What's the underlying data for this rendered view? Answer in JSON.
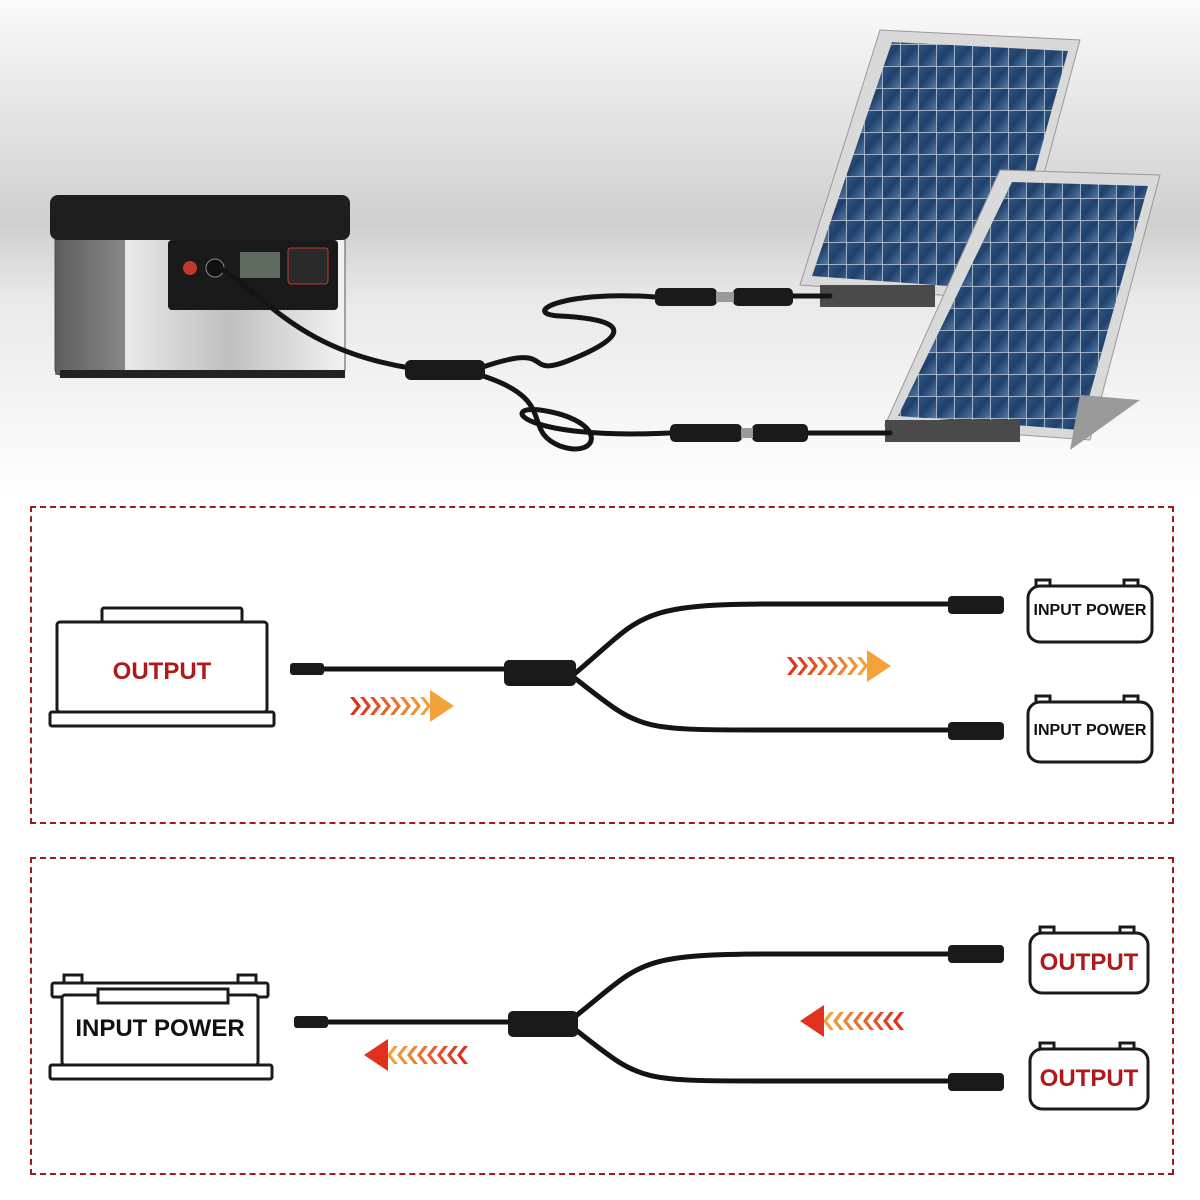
{
  "colors": {
    "frame": "#9a1c1c",
    "output_text": "#b01919",
    "input_text": "#111111",
    "cable": "#141414",
    "arrow_red": "#e0301e",
    "arrow_orange": "#f3a23a"
  },
  "panel_top": {
    "source_label": "OUTPUT",
    "target_labels": [
      "INPUT POWER",
      "INPUT POWER"
    ],
    "flow": "left-to-right"
  },
  "panel_bottom": {
    "source_label": "INPUT POWER",
    "target_labels": [
      "OUTPUT",
      "OUTPUT"
    ],
    "flow": "right-to-left"
  }
}
